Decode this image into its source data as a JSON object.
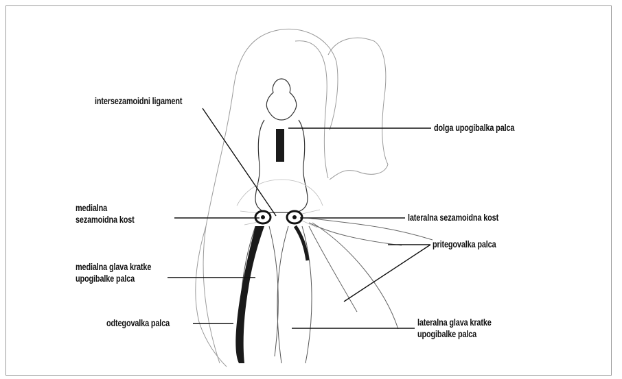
{
  "labels": {
    "intersesamoid_ligament": "intersezamoidni ligament",
    "flexor_hallucis_longus": "dolga upogibalka palca",
    "medial_sesamoid_line1": "medialna",
    "medial_sesamoid_line2": "sezamoidna kost",
    "lateral_sesamoid": "lateralna sezamoidna kost",
    "adductor_hallucis": "pritegovalka palca",
    "medial_head_line1": "medialna glava kratke",
    "medial_head_line2": "upogibalke palca",
    "abductor_hallucis": "odtegovalka palca",
    "lateral_head_line1": "lateralna glava kratke",
    "lateral_head_line2": "upogibalke palca"
  },
  "colors": {
    "ink": "#111111",
    "sketch": "#8a8a8a",
    "frame": "#9a9a9a"
  }
}
